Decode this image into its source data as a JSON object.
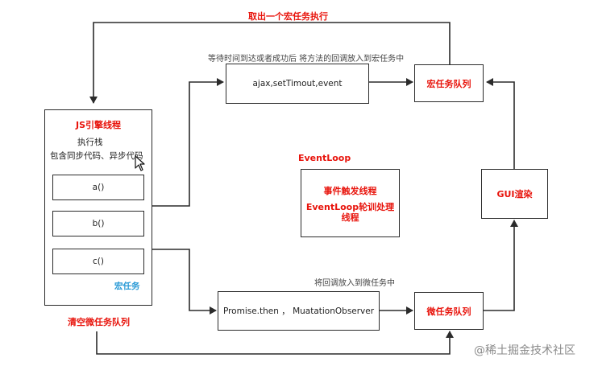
{
  "colors": {
    "accent_red": "#e8140c",
    "accent_teal": "#2a9ad6",
    "line": "#2b2b2b",
    "watermark": "#8a8a8a"
  },
  "top_label": "取出一个宏任务执行",
  "macro_path_label": "等待时间到达或者成功后 将方法的回调放入到宏任务中",
  "micro_path_label": "将回调放入到微任务中",
  "js_engine": {
    "title": "JS引擎线程",
    "stack_title": "执行栈",
    "stack_subtitle": "包含同步代码、异步代码",
    "frames": [
      "a()",
      "b()",
      "c()"
    ],
    "macro_tag": "宏任务"
  },
  "clear_micro_label": "清空微任务队列",
  "macro_sources": "ajax,setTimout,event",
  "micro_sources": "Promise.then ，  MuatationObserver",
  "macro_queue": "宏任务队列",
  "micro_queue": "微任务队列",
  "gui": "GUI渲染",
  "eventloop": {
    "label": "EventLoop",
    "box_line1": "事件触发线程",
    "box_line2": "EventLoop轮训处理线程"
  },
  "watermark": "@稀土掘金技术社区",
  "icons": [
    "mouse-cursor-icon"
  ]
}
